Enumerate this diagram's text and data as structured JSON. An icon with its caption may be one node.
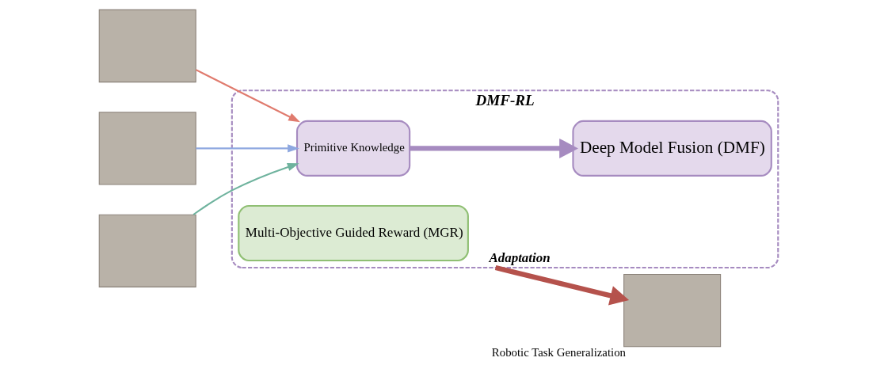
{
  "diagram": {
    "nodes": [
      {
        "text": [
          "DMF-RL"
        ]
      },
      {
        "text": [
          "Primitive Knowledge"
        ],
        "in": 0
      },
      {
        "text": [
          "Deep Model Fusion (DMF)"
        ],
        "in": 0
      },
      {
        "text": [
          "Multi-Objective Guided Reward (MGR)"
        ],
        "in": 0
      },
      {
        "text": [],
        "shape": "box"
      },
      {
        "text": [],
        "shape": "box"
      },
      {
        "text": [],
        "shape": "box"
      },
      {
        "text": [],
        "shape": "box",
        "beside": [
          "Robotic Task Generalization"
        ]
      }
    ],
    "edges": [
      {
        "from": 4,
        "to": 1,
        "arrow": "to",
        "color": "#e07b6e"
      },
      {
        "from": 5,
        "to": 1,
        "arrow": "to",
        "color": "#8fa8e0"
      },
      {
        "from": 6,
        "to": 1,
        "arrow": "to",
        "color": "#6fb39e"
      },
      {
        "from": 1,
        "to": 2,
        "arrow": "to",
        "style": "thick",
        "color": "#a68bc0"
      },
      {
        "from": 0,
        "to": 7,
        "arrow": "to",
        "style": "thick",
        "color": "#b5524c",
        "label": "Adaptation"
      }
    ]
  }
}
